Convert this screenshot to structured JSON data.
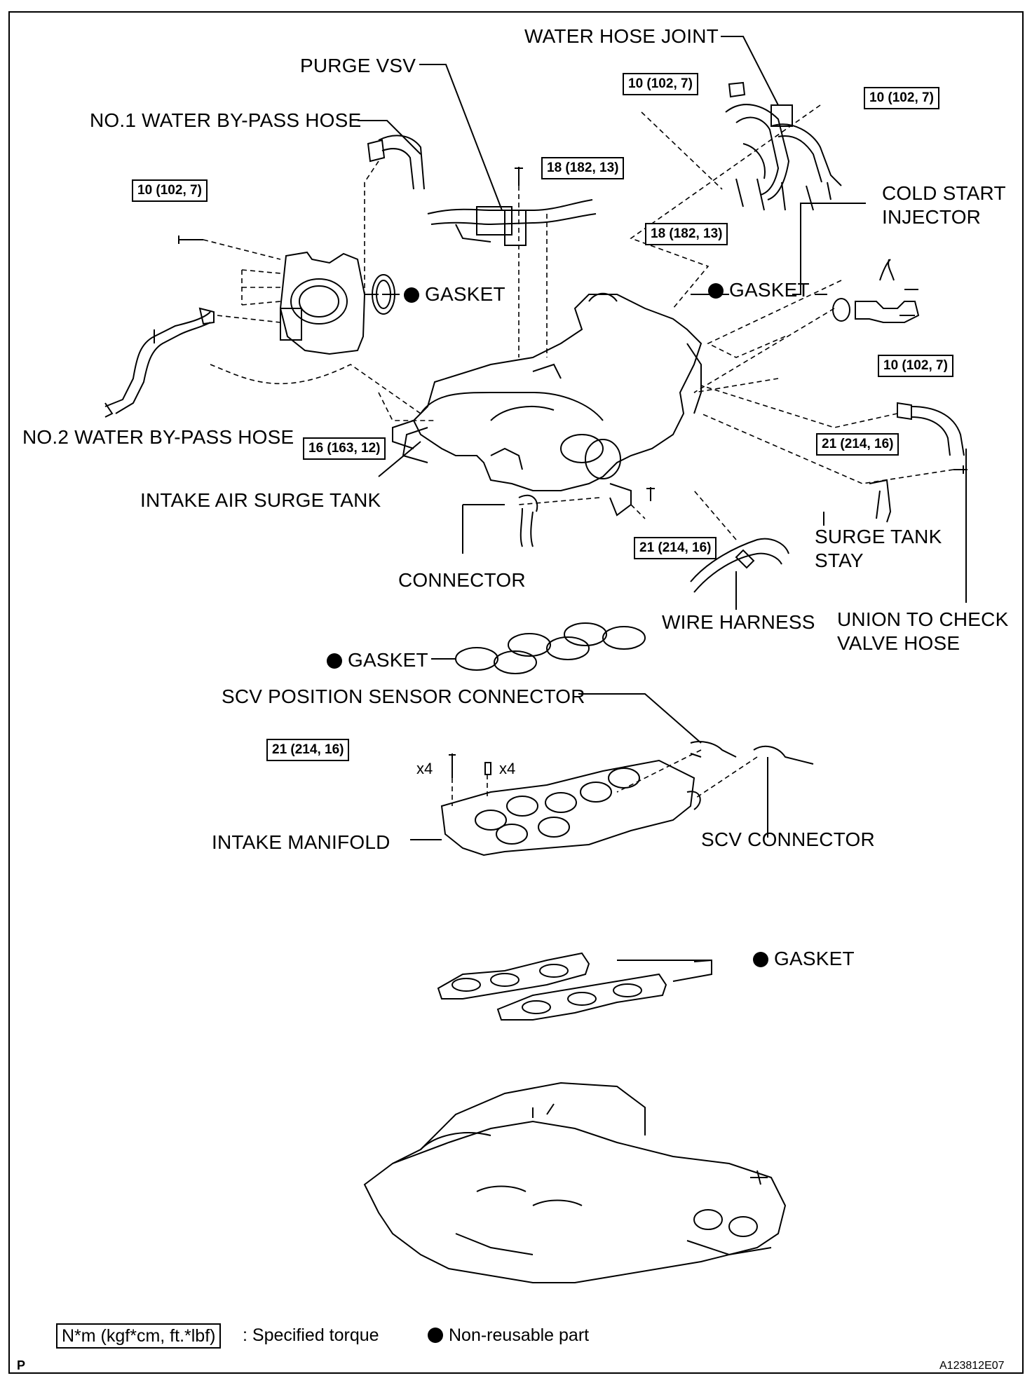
{
  "labels": {
    "water_hose_joint": "WATER HOSE JOINT",
    "purge_vsv": "PURGE VSV",
    "no1_bypass": "NO.1 WATER BY-PASS HOSE",
    "cold_start_1": "COLD START",
    "cold_start_2": "INJECTOR",
    "gasket": "GASKET",
    "no2_bypass": "NO.2 WATER BY-PASS HOSE",
    "surge_tank": "INTAKE AIR SURGE TANK",
    "connector": "CONNECTOR",
    "wire_harness": "WIRE HARNESS",
    "surge_stay_1": "SURGE TANK",
    "surge_stay_2": "STAY",
    "union_1": "UNION TO CHECK",
    "union_2": "VALVE HOSE",
    "scv_pos_sensor": "SCV POSITION SENSOR CONNECTOR",
    "intake_manifold": "INTAKE MANIFOLD",
    "scv_connector": "SCV CONNECTOR",
    "x4": "x4"
  },
  "torques": {
    "t10": "10 (102, 7)",
    "t18": "18 (182, 13)",
    "t16": "16 (163, 12)",
    "t21": "21 (214, 16)"
  },
  "legend": {
    "unit_box": "N*m (kgf*cm, ft.*lbf)",
    "unit_text": ": Specified torque",
    "non_reusable": "Non-reusable part"
  },
  "corner": {
    "left": "P",
    "right": "A123812E07"
  }
}
